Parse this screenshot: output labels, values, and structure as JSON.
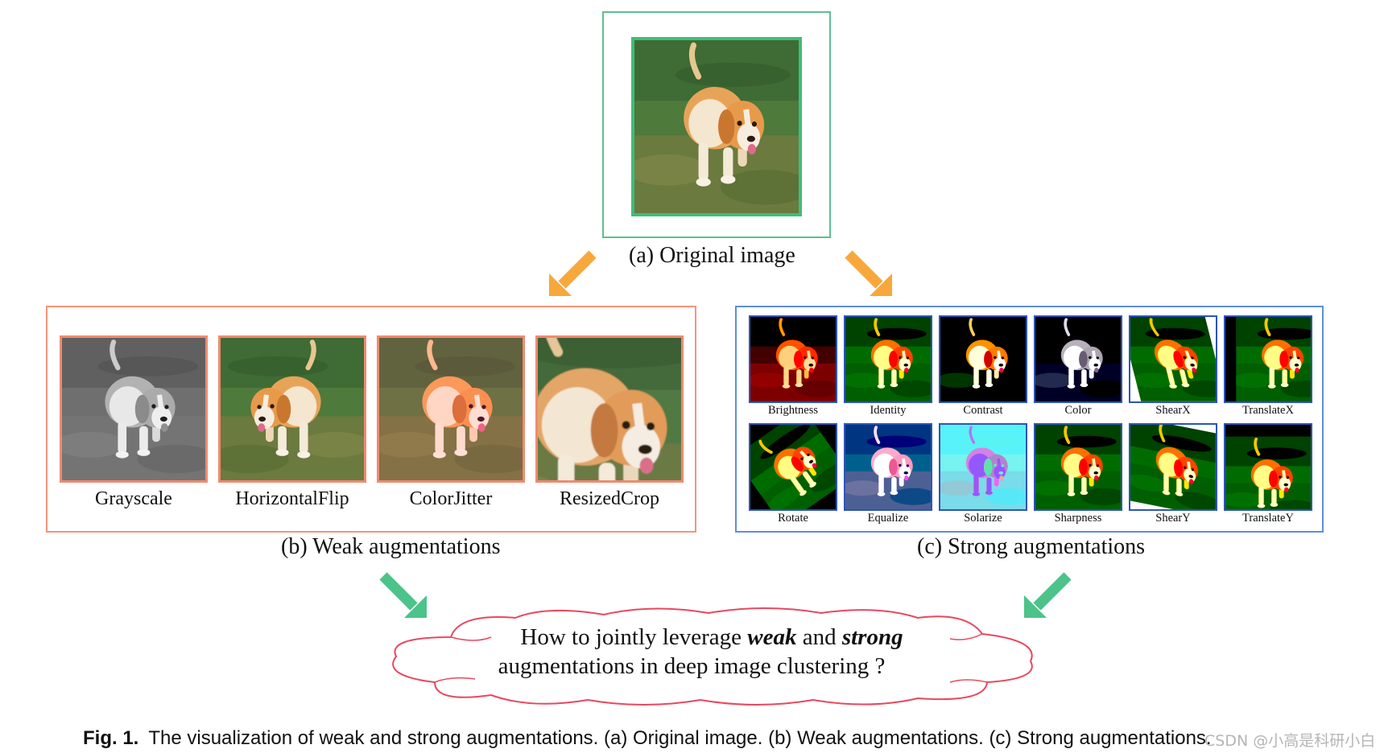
{
  "original": {
    "label": "(a) Original image"
  },
  "weak": {
    "section_label": "(b) Weak augmentations",
    "items": [
      {
        "label": "Grayscale",
        "filter": "grayscale"
      },
      {
        "label": "HorizontalFlip",
        "filter": "flip"
      },
      {
        "label": "ColorJitter",
        "filter": "jitter"
      },
      {
        "label": "ResizedCrop",
        "filter": "crop"
      }
    ]
  },
  "strong": {
    "section_label": "(c) Strong augmentations",
    "row1": [
      {
        "label": "Brightness",
        "filter": "bright"
      },
      {
        "label": "Identity",
        "filter": "sat"
      },
      {
        "label": "Contrast",
        "filter": "contrast"
      },
      {
        "label": "Color",
        "filter": "color"
      },
      {
        "label": "ShearX",
        "filter": "sat"
      },
      {
        "label": "TranslateX",
        "filter": "sat"
      }
    ],
    "row2": [
      {
        "label": "Rotate",
        "filter": "sat"
      },
      {
        "label": "Equalize",
        "filter": "equalize"
      },
      {
        "label": "Solarize",
        "filter": "solarize"
      },
      {
        "label": "Sharpness",
        "filter": "sat"
      },
      {
        "label": "ShearY",
        "filter": "sat"
      },
      {
        "label": "TranslateY",
        "filter": "sat"
      }
    ]
  },
  "question": {
    "line1_pre": "How to jointly leverage ",
    "line1_weak": "weak",
    "line1_mid": " and ",
    "line1_strong": "strong",
    "line2": "augmentations in deep image clustering ?"
  },
  "caption": {
    "prefix": "Fig. 1.",
    "text": "The visualization of weak and strong augmentations. (a) Original image. (b) Weak augmentations. (c) Strong augmentations."
  },
  "watermark": "CSDN @小高是科研小白",
  "colors": {
    "original_frame": "#5cc08e",
    "weak_frame": "#f3957d",
    "strong_frame": "#5e8fda",
    "orange_arrow": "#f7a83c",
    "green_arrow": "#4cc38a",
    "cloud_outline": "#e8485f"
  }
}
